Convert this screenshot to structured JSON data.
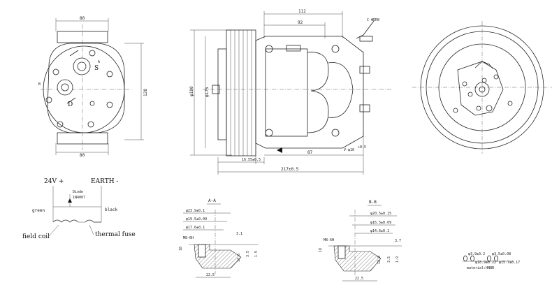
{
  "front_view": {
    "dim_top": "80",
    "dim_bottom": "80",
    "dim_height": "128",
    "letter_s": "S",
    "letter_d": "D",
    "letter_a": "A",
    "letter_b": "B"
  },
  "side_view": {
    "dim_112": "112",
    "dim_92": "92",
    "dim_87": "87",
    "dim_dia180": "φ180",
    "dim_dia175": "φ175",
    "dim_16_55": "16.55±0.5",
    "dim_217": "217±0.5",
    "dim_v_dia10": "V-φ10",
    "dim_v_tol": "+0.5",
    "wire_label": "C-ΦERΘ"
  },
  "wiring": {
    "v24": "24V +",
    "earth": "EARTH -",
    "diode": "Diode",
    "diode_part": "1N4007",
    "green": "green",
    "black": "black",
    "field_coil": "field coil",
    "thermal_fuse": "thermal fuse"
  },
  "section_aa": {
    "title": "A-A",
    "d1": "φ23.9±0.1",
    "d2": "φ19.5±0.09",
    "d3": "φ17.6±0.1",
    "thread": "M8-6H",
    "h31": "3.1",
    "h18": "18",
    "h126": "12.6",
    "h35": "3.5",
    "h19": "1.9",
    "w225": "22.5"
  },
  "section_bb": {
    "title": "B-B",
    "d1": "φ20.5±0.15",
    "d2": "φ16.5±0.09",
    "d3": "φ14.6±0.1",
    "thread": "M8-6H",
    "h37": "3.7",
    "h18": "18",
    "h128": "12.8",
    "h35": "3.5",
    "h19": "1.9",
    "w225": "22.5"
  },
  "orings": {
    "a1": "φ3.9±0.2",
    "a2": "φ18.9±0.22",
    "b1": "φ3.5±0.08",
    "b2": "φ15.7±0.17",
    "material": "material:HNBR"
  }
}
